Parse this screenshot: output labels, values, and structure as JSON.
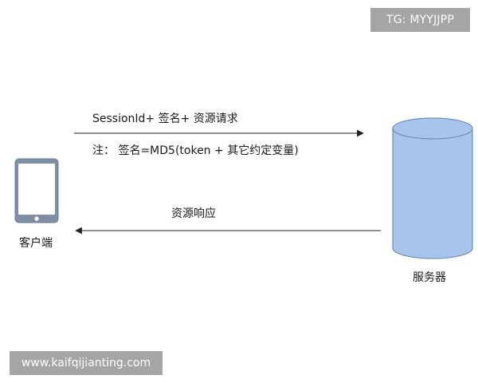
{
  "watermarks": {
    "top_right": "TG: MYYJJPP",
    "bottom_left": "www.kaifqijianting.com"
  },
  "client": {
    "label": "客户端",
    "icon": "smartphone-icon"
  },
  "server": {
    "label": "服务器",
    "icon": "database-cylinder-icon",
    "fill_color": "#a9c4eb",
    "stroke_color": "#6c8ebf"
  },
  "request": {
    "label": "SessionId+ 签名+ 资源请求",
    "note": "注：  签名=MD5(token + 其它约定变量)"
  },
  "response": {
    "label": "资源响应"
  },
  "colors": {
    "line": "#222222",
    "phone_frame": "#7f8fa6",
    "phone_screen": "#ffffff"
  }
}
